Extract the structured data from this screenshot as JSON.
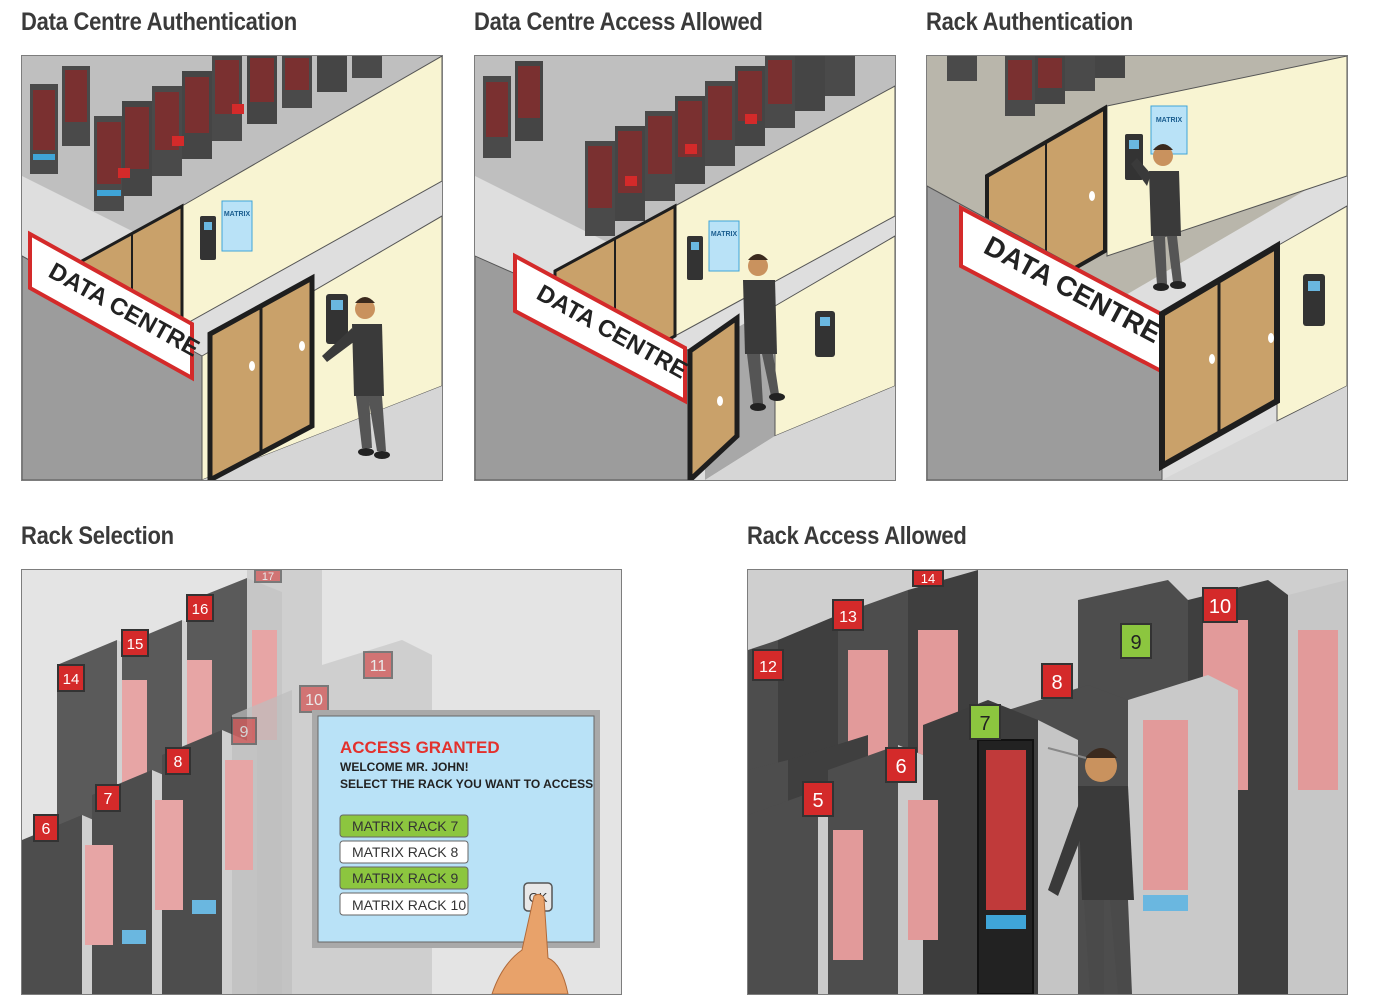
{
  "panels": [
    {
      "title": "Data Centre Authentication",
      "sign": "DATA CENTRE"
    },
    {
      "title": "Data Centre Access Allowed",
      "sign": "DATA CENTRE"
    },
    {
      "title": "Rack Authentication",
      "sign": "DATA CENTRE"
    },
    {
      "title": "Rack Selection"
    },
    {
      "title": "Rack Access Allowed"
    }
  ],
  "poster_brand": "MATRIX",
  "selection": {
    "access_title": "ACCESS GRANTED",
    "welcome": "WELCOME MR. JOHN!",
    "prompt": "SELECT THE RACK YOU WANT TO ACCESS",
    "options": [
      {
        "label": "MATRIX RACK 7",
        "highlighted": true
      },
      {
        "label": "MATRIX RACK 8",
        "highlighted": false
      },
      {
        "label": "MATRIX RACK 9",
        "highlighted": true
      },
      {
        "label": "MATRIX RACK 10",
        "highlighted": false
      }
    ],
    "ok_label": "OK",
    "rack_numbers": [
      "6",
      "7",
      "8",
      "9",
      "10",
      "11",
      "14",
      "15",
      "16",
      "17"
    ]
  },
  "access": {
    "rack_numbers": [
      "5",
      "6",
      "7",
      "8",
      "9",
      "10",
      "12",
      "13",
      "14"
    ],
    "allowed": [
      "7",
      "9"
    ]
  },
  "colors": {
    "wall": "#f8f4d2",
    "door": "#c9a16a",
    "rack": "#4a4a4a",
    "sign_red": "#d42a2a",
    "tag_green": "#8cc63f",
    "screen": "#b9e2f7",
    "access_red": "#e3312d",
    "highlight_green": "#8cc63f"
  }
}
